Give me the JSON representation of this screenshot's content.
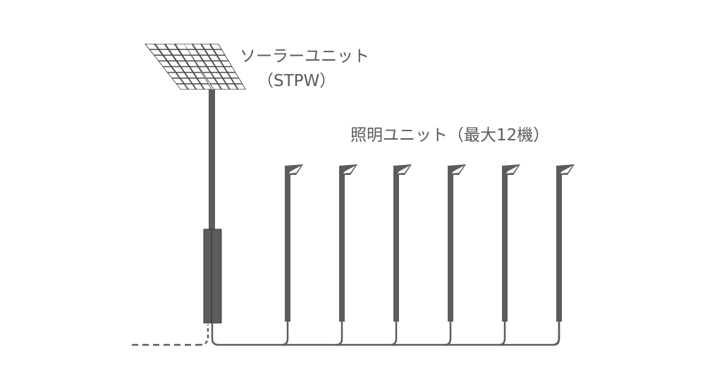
{
  "solar_unit": {
    "name": "ソーラーユニット",
    "model": "（STPW）"
  },
  "lighting_unit": {
    "name": "照明ユニット（最大12機）",
    "visible_count": 6
  },
  "colors": {
    "pole": "#5c5c5c",
    "pole_outline": "#3a3a3a",
    "cable": "#5c5c5c",
    "panel_frame": "#4a4a4a",
    "panel_cell": "#ffffff",
    "label": "#5a5a5a"
  }
}
